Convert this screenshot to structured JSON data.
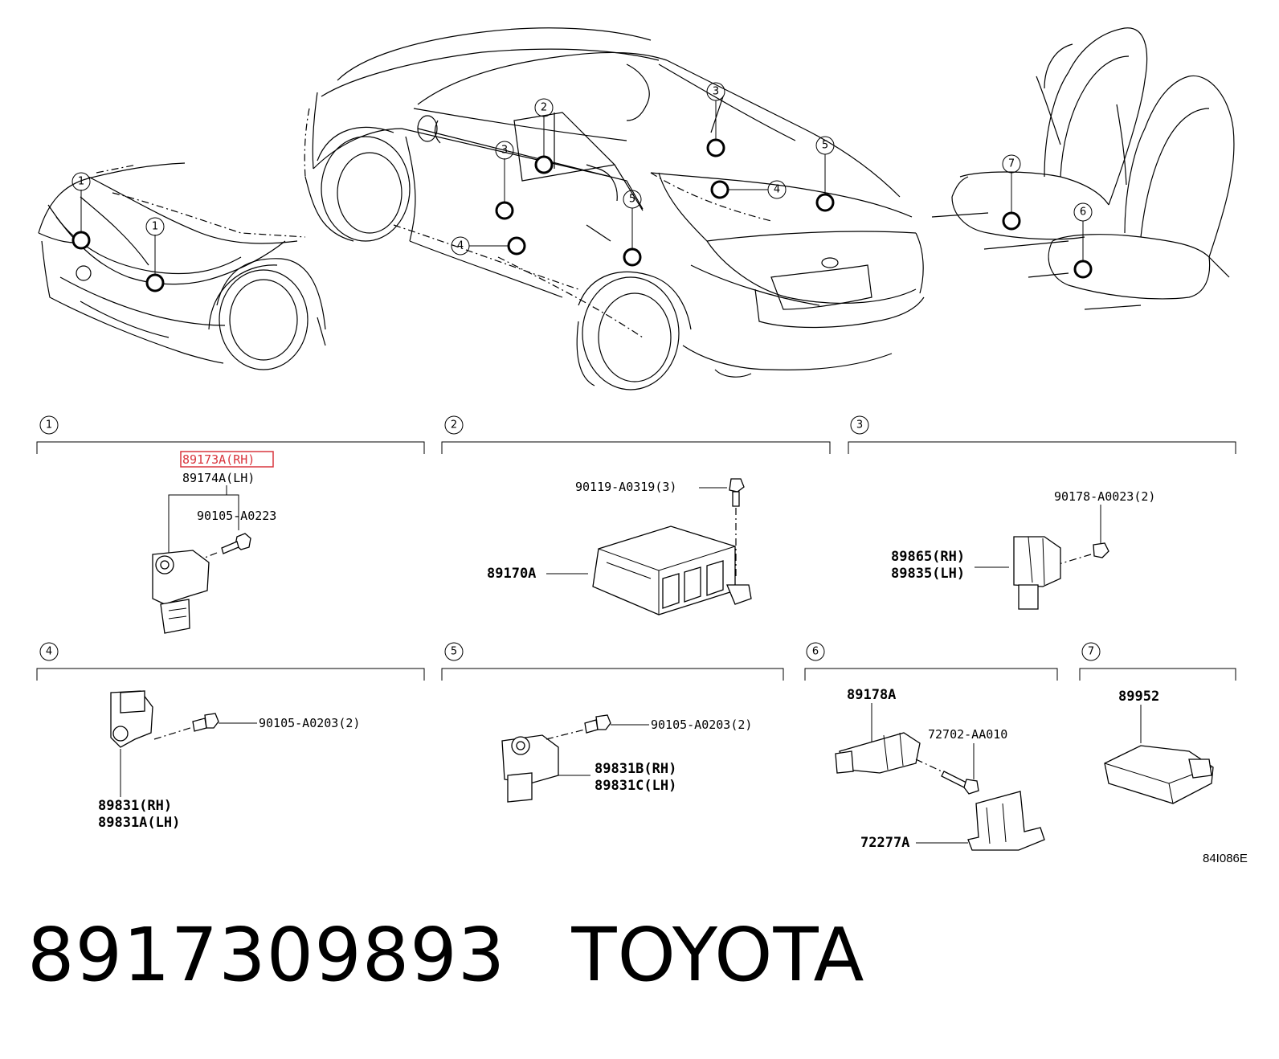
{
  "callouts": [
    "1",
    "2",
    "3",
    "4",
    "5",
    "6",
    "7"
  ],
  "sections": [
    {
      "num": "1",
      "labels": {
        "rh": "89173A(RH)",
        "lh": "89174A(LH)",
        "bolt": "90105-A0223"
      }
    },
    {
      "num": "2",
      "labels": {
        "bolt": "90119-A0319(3)",
        "unit": "89170A"
      }
    },
    {
      "num": "3",
      "labels": {
        "nut": "90178-A0023(2)",
        "rh": "89865(RH)",
        "lh": "89835(LH)"
      }
    },
    {
      "num": "4",
      "labels": {
        "bolt": "90105-A0203(2)",
        "rh": "89831(RH)",
        "lh": "89831A(LH)"
      }
    },
    {
      "num": "5",
      "labels": {
        "bolt": "90105-A0203(2)",
        "rh": "89831B(RH)",
        "lh": "89831C(LH)"
      }
    },
    {
      "num": "6",
      "labels": {
        "sensor": "89178A",
        "bolt": "72702-AA010",
        "bracket": "72277A"
      }
    },
    {
      "num": "7",
      "labels": {
        "unit": "89952"
      }
    }
  ],
  "diagram_code": "84I086E",
  "footer": {
    "part_number": "8917309893",
    "brand": "TOYOTA"
  },
  "highlight_color": "#d9363e"
}
